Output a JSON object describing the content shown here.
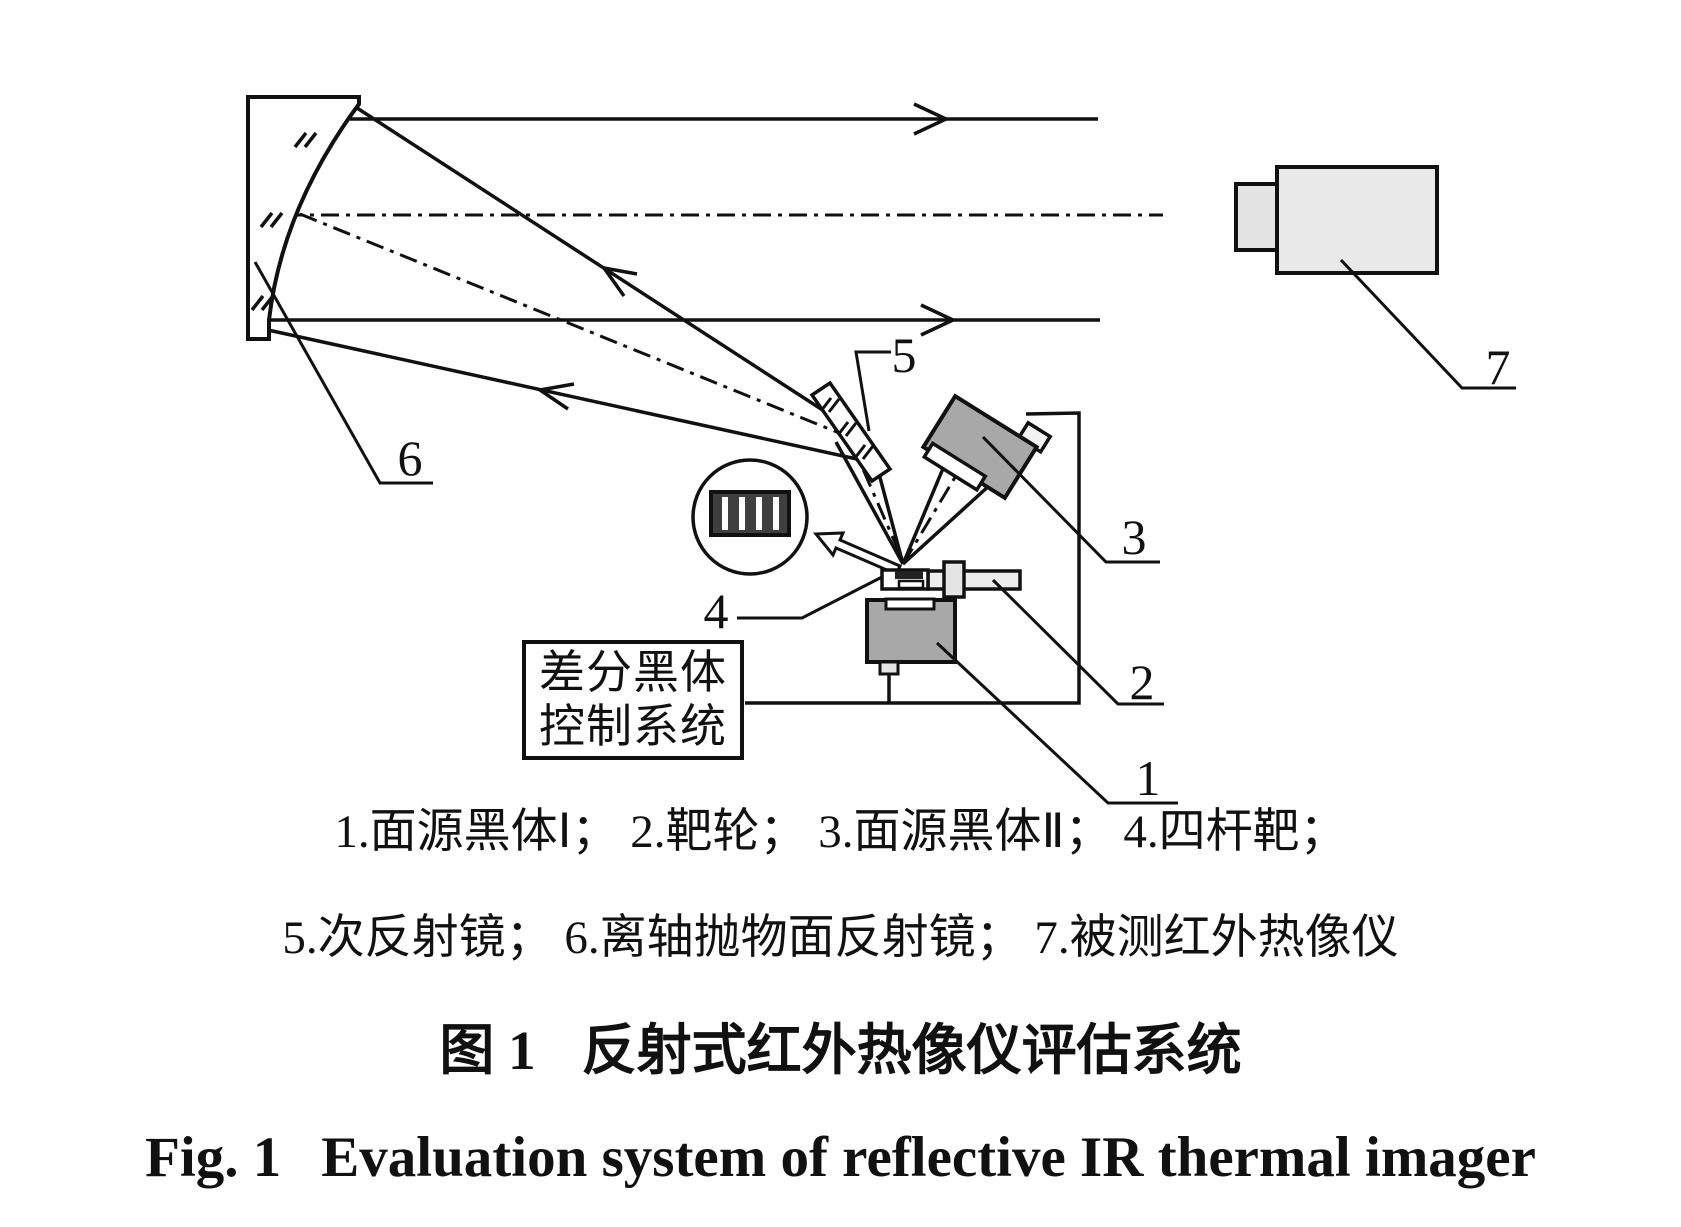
{
  "figure": {
    "fig_label_zh": "图 1",
    "fig_title_zh": "反射式红外热像仪评估系统",
    "fig_label_en": "Fig. 1",
    "fig_title_en": "Evaluation system of reflective IR thermal imager",
    "legend_line1": "1.面源黑体Ⅰ； 2.靶轮； 3.面源黑体Ⅱ； 4.四杆靶；",
    "legend_line2": "5.次反射镜； 6.离轴抛物面反射镜； 7.被测红外热像仪"
  },
  "diagram": {
    "control_box": {
      "line1": "差分黑体",
      "line2": "控制系统"
    },
    "labels": {
      "n1": "1",
      "n2": "2",
      "n3": "3",
      "n4": "4",
      "n5": "5",
      "n6": "6",
      "n7": "7"
    },
    "component_names": {
      "1": "面源黑体Ⅰ",
      "2": "靶轮",
      "3": "面源黑体Ⅱ",
      "4": "四杆靶",
      "5": "次反射镜",
      "6": "离轴抛物面反射镜",
      "7": "被测红外热像仪"
    }
  },
  "colors": {
    "line": "#111111",
    "blackbody_fill": "#a8a8a8",
    "light_fill": "#e9e9e9",
    "bar_fill": "#ededed",
    "target_dark": "#3f3f3f",
    "background": "#ffffff"
  }
}
